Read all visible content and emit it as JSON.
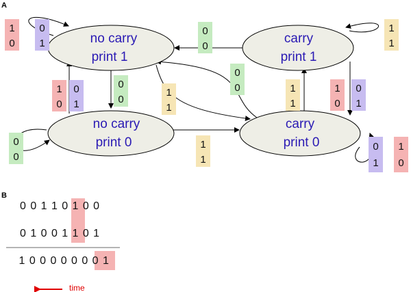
{
  "panel_labels": {
    "a": "A",
    "b": "B"
  },
  "states": {
    "s00": {
      "line1": "no carry",
      "line2": "print 1"
    },
    "s10": {
      "line1": "carry",
      "line2": "print 1"
    },
    "s01": {
      "line1": "no carry",
      "line2": "print 0"
    },
    "s11": {
      "line1": "carry",
      "line2": "print 0"
    }
  },
  "input_tags": {
    "t1": {
      "top": "1",
      "bottom": "0"
    },
    "t2": {
      "top": "0",
      "bottom": "1"
    },
    "t3": {
      "top": "0",
      "bottom": "0"
    },
    "t4": {
      "top": "1",
      "bottom": "1"
    },
    "t5": {
      "top": "1",
      "bottom": "0"
    },
    "t6": {
      "top": "0",
      "bottom": "1"
    },
    "t7": {
      "top": "0",
      "bottom": "0"
    },
    "t8": {
      "top": "1",
      "bottom": "1"
    },
    "t9": {
      "top": "0",
      "bottom": "0"
    },
    "t10": {
      "top": "1",
      "bottom": "1"
    },
    "t11": {
      "top": "1",
      "bottom": "0"
    },
    "t12": {
      "top": "0",
      "bottom": "1"
    },
    "t13": {
      "top": "0",
      "bottom": "0"
    },
    "t14": {
      "top": "1",
      "bottom": "1"
    },
    "t15": {
      "top": "0",
      "bottom": "1"
    },
    "t16": {
      "top": "1",
      "bottom": "0"
    }
  },
  "tag_colors": {
    "one_zero": "#f5b3b3",
    "zero_one": "#c7bcf0",
    "zero_zero": "#c5ebc0",
    "one_one": "#f6e5b5"
  },
  "state_fill": "#eeeee6",
  "label_color": "#2a1ab4",
  "addition": {
    "row1": [
      "0",
      "0",
      "1",
      "1",
      "0",
      "1",
      "0",
      "0"
    ],
    "row2": [
      "0",
      "1",
      "0",
      "0",
      "1",
      "1",
      "0",
      "1"
    ],
    "result": [
      "1",
      "0",
      "0",
      "0",
      "0",
      "0",
      "0",
      "0",
      "1"
    ],
    "highlight_color": "#f5b3b3"
  },
  "time_label": "time",
  "time_arrow_color": "#e00000"
}
